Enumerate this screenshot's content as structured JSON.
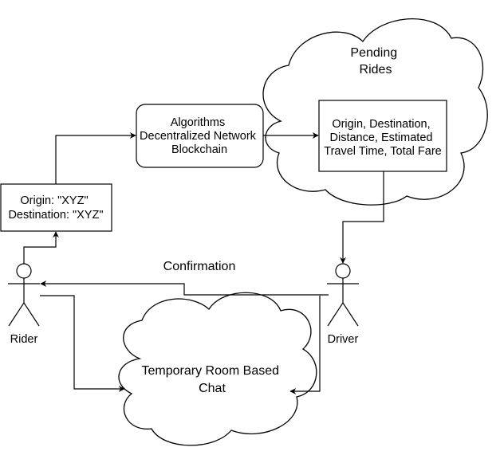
{
  "nodes": {
    "request_box": {
      "lines": [
        "Origin: \"XYZ\"",
        "Destination: \"XYZ\""
      ]
    },
    "algorithms_box": {
      "lines": [
        "Algorithms",
        "Decentralized Network",
        "Blockchain"
      ]
    },
    "pending_cloud": {
      "lines": [
        "Pending",
        "Rides"
      ]
    },
    "ride_details_box": {
      "lines": [
        "Origin, Destination,",
        "Distance, Estimated",
        "Travel Time, Total Fare"
      ]
    },
    "chat_cloud": {
      "lines": [
        "Temporary Room Based",
        "Chat"
      ]
    }
  },
  "actors": {
    "rider": {
      "label": "Rider"
    },
    "driver": {
      "label": "Driver"
    }
  },
  "edges": {
    "confirmation": {
      "label": "Confirmation"
    }
  }
}
